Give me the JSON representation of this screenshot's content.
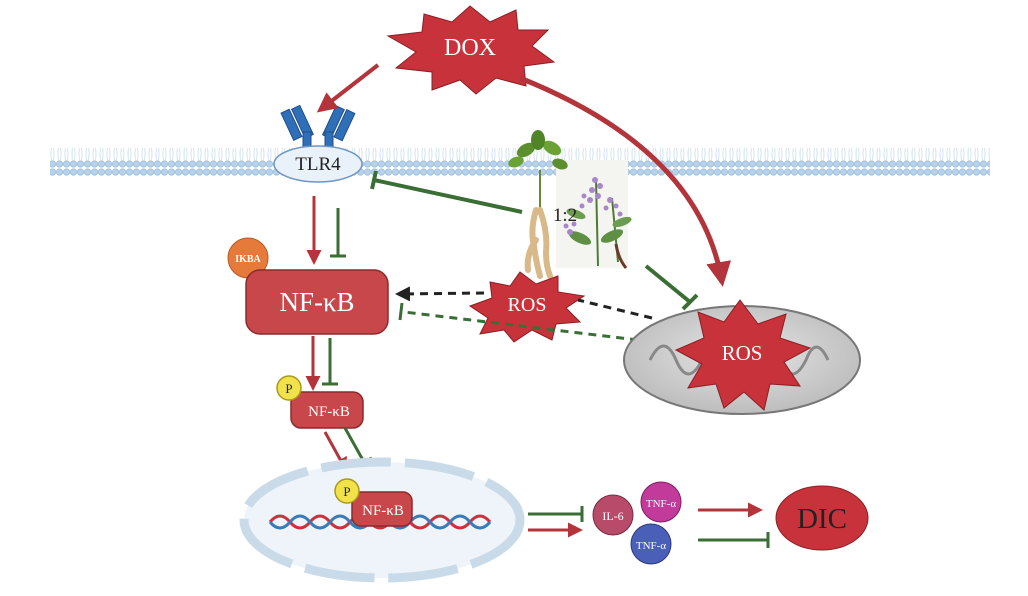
{
  "labels": {
    "dox": "DOX",
    "tlr4": "TLR4",
    "ikba": "IKBA",
    "nfkb_main": "NF-κB",
    "p": "P",
    "nfkb_small": "NF-κB",
    "nfkb_nucleus": "NF-κB",
    "ros_cytosol": "ROS",
    "ros_mito": "ROS",
    "ratio": "1:2",
    "il6": "IL-6",
    "tnfa_top": "TNF-α",
    "tnfa_bottom": "TNF-α",
    "dic": "DIC"
  },
  "colors": {
    "promote_arrow": "#b3343a",
    "inhibit_bar": "#3a6e35",
    "black_dashed": "#222222",
    "green_dashed": "#3a6e35",
    "star": "#c8323a",
    "nfkb_box": "#c8474a",
    "membrane": "#a8c8e6",
    "tlr4_receptor": "#2f6fb8",
    "ikba_ball": "#e57a3a",
    "p_ball": "#f2e24a",
    "mitochondrion": "#c9c9c9",
    "il6": "#b84a6a",
    "tnfa_top": "#c23a9a",
    "tnfa_bottom": "#4a5fb8",
    "dic": "#c8323a",
    "nucleus_envelope": "#c9dbe9"
  }
}
